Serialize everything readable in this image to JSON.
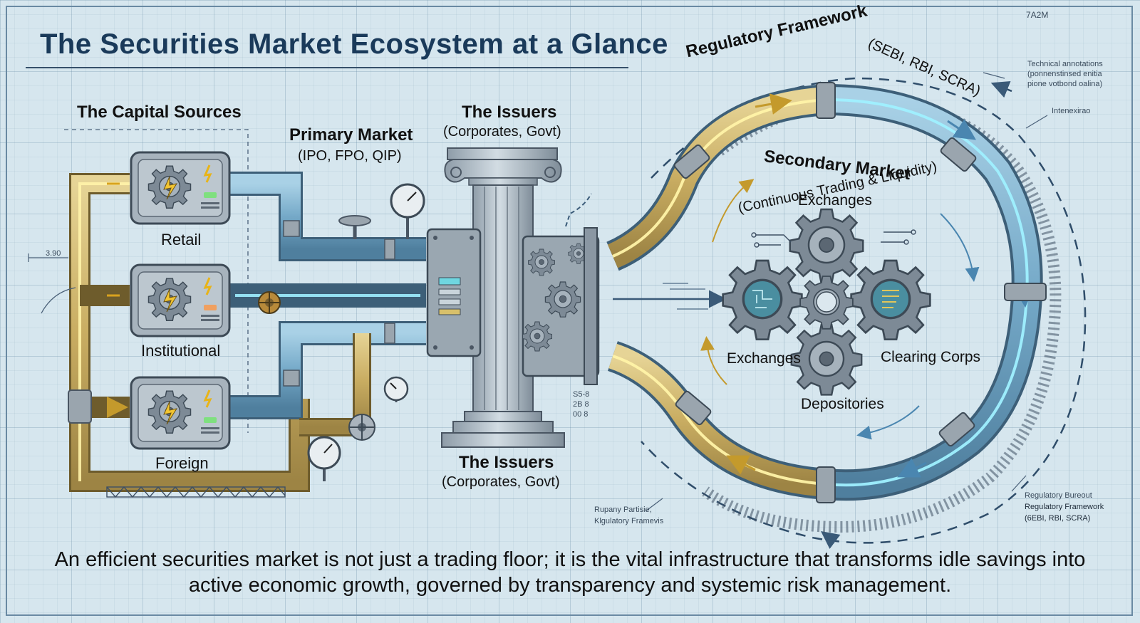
{
  "title": "The Securities Market Ecosystem at a Glance",
  "corner_code": "7A2M",
  "capital_sources": {
    "heading": "The Capital Sources",
    "items": [
      "Retail",
      "Institutional",
      "Foreign"
    ]
  },
  "primary_market": {
    "title": "Primary Market",
    "subtitle": "(IPO, FPO, QIP)"
  },
  "issuers_top": {
    "title": "The Issuers",
    "subtitle": "(Corporates, Govt)"
  },
  "issuers_bottom": {
    "title": "The Issuers",
    "subtitle": "(Corporates, Govt)"
  },
  "regulatory": {
    "title": "Regulatory Framework",
    "bodies": "(SEBI, RBI, SCRA)"
  },
  "secondary_market": {
    "title": "Secondary Market",
    "subtitle": "(Continuous Trading & Liquidity)"
  },
  "gears": {
    "top": "Exchanges",
    "left": "Exchanges",
    "right": "Clearing Corps",
    "bottom": "Depositories"
  },
  "annotations": {
    "tech_1": "Technical annotations",
    "tech_2": "(ponnenstinsed enitia",
    "tech_3": "pione votbond oalina)",
    "inter": "Intenexirao",
    "scale": "3.90",
    "pillar_1": "S5-8",
    "pillar_2": "2B 8",
    "pillar_3": "00 8",
    "bottom_1": "Rupany Partisie,",
    "bottom_2": "Klgulatory Framevis",
    "reg_1": "Regulatory Bureout",
    "reg_2": "Regulatory Framework",
    "reg_3": "(6EBI, RBI, SCRA)"
  },
  "footer": "An efficient securities market is not just a trading floor; it is the vital infrastructure that transforms idle savings into active economic growth, governed by transparency and systemic risk management.",
  "colors": {
    "background": "#d6e6ee",
    "pipe_gold": "#cdb36a",
    "pipe_blue": "#7fb2cf",
    "glow_gold": "#fff3a8",
    "glow_cyan": "#9ff0ff",
    "metal": "#8a97a3",
    "ink": "#1a3a5a"
  },
  "icons": [
    "gear-icon",
    "lightning-icon",
    "pressure-gauge-icon",
    "valve-wheel-icon",
    "pillar-icon",
    "arrow-icon"
  ]
}
